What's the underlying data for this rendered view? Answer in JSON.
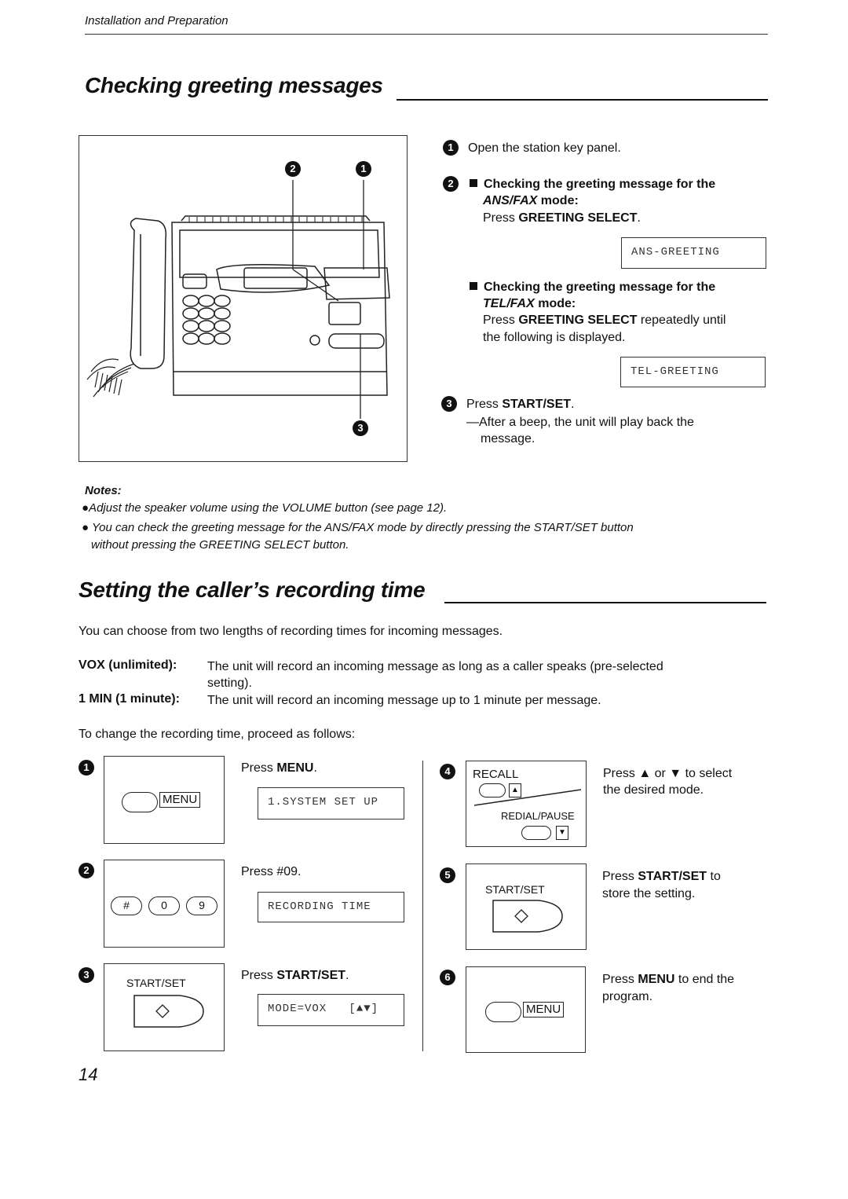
{
  "header": {
    "section": "Installation and Preparation"
  },
  "sec1": {
    "title": "Checking greeting messages",
    "figure_callouts": [
      "2",
      "1",
      "3"
    ],
    "steps": {
      "s1": {
        "num": "1",
        "text": "Open the station key panel."
      },
      "s2": {
        "num": "2",
        "heading": "Checking the greeting message for the",
        "mode": "ANS/FAX",
        "mode_suffix": " mode:",
        "press": "Press ",
        "key": "GREETING SELECT",
        "press_end": ".",
        "display": "ANS-GREETING"
      },
      "s2b": {
        "heading": "Checking the greeting message for the",
        "mode": "TEL/FAX",
        "mode_suffix": " mode:",
        "press": "Press ",
        "key": "GREETING SELECT",
        "press_end": " repeatedly until",
        "line2": "the following is displayed.",
        "display": "TEL-GREETING"
      },
      "s3": {
        "num": "3",
        "press": "Press ",
        "key": "START/SET",
        "press_end": ".",
        "line1": "—After a beep, the unit will play back the",
        "line2": "message."
      }
    },
    "notes": {
      "label": "Notes:",
      "n1": "●Adjust the speaker volume using the VOLUME button (see page 12).",
      "n2": "● You can check the greeting message for the ANS/FAX mode by directly pressing the START/SET button",
      "n2b": "without pressing the GREETING SELECT button."
    }
  },
  "sec2": {
    "title": "Setting the caller’s recording time",
    "intro": "You can choose from two lengths of recording times for incoming messages.",
    "defs": [
      {
        "term": "VOX (unlimited):",
        "desc": "The unit will record an incoming message as long as a caller speaks (pre-selected",
        "desc2": "setting)."
      },
      {
        "term": "1 MIN (1 minute):",
        "desc": "The unit will record an incoming message up to 1 minute per message."
      }
    ],
    "proceed": "To change the recording time, proceed as follows:",
    "steps": [
      {
        "num": "1",
        "press": "Press ",
        "key": "MENU",
        "end": ".",
        "display": "1.SYSTEM SET UP",
        "key_label": "MENU"
      },
      {
        "num": "2",
        "press": "Press #09.",
        "display": "RECORDING TIME",
        "keys": [
          "#",
          "0",
          "9"
        ]
      },
      {
        "num": "3",
        "press": "Press ",
        "key": "START/SET",
        "end": ".",
        "display": "MODE=VOX   [▲▼]",
        "key_label": "START/SET"
      },
      {
        "num": "4",
        "line1": "Press ▲ or ▼ to select",
        "line2": "the desired mode.",
        "recall": "RECALL",
        "redial": "REDIAL/PAUSE"
      },
      {
        "num": "5",
        "press": "Press ",
        "key": "START/SET",
        "end": " to",
        "line2": "store the setting.",
        "key_label": "START/SET"
      },
      {
        "num": "6",
        "press": "Press ",
        "key": "MENU",
        "end": " to end the",
        "line2": "program.",
        "key_label": "MENU"
      }
    ]
  },
  "page_number": "14"
}
